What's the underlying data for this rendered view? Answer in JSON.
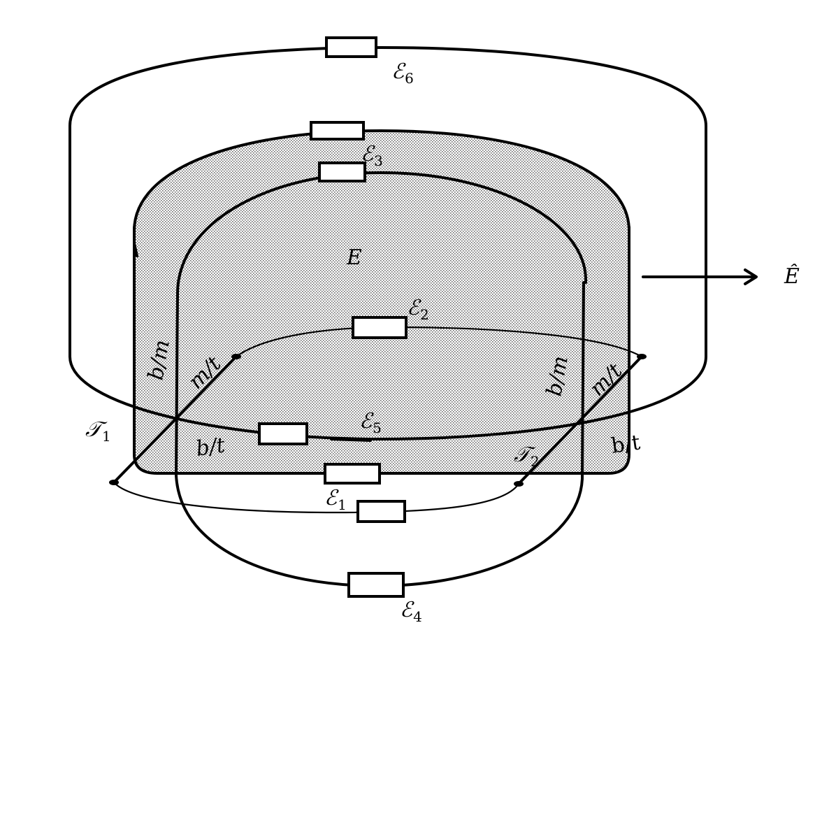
{
  "labels": {
    "e1": {
      "base": "ℰ",
      "sub": "1"
    },
    "e2": {
      "base": "ℰ",
      "sub": "2"
    },
    "e3": {
      "base": "ℰ",
      "sub": "3"
    },
    "e4": {
      "base": "ℰ",
      "sub": "4"
    },
    "e5": {
      "base": "ℰ",
      "sub": "5"
    },
    "e6": {
      "base": "ℰ",
      "sub": "6"
    },
    "t1": {
      "base": "𝒯",
      "sub": "1"
    },
    "t2": {
      "base": "𝒯",
      "sub": "2"
    },
    "E": "E",
    "E_hat": "Ê",
    "bm_left": "b/m",
    "mt_left": "m/t",
    "bm_right": "b/m",
    "mt_right": "m/t",
    "bt_left": "b/t",
    "bt_right": "b/t"
  },
  "colors": {
    "stroke": "#000000",
    "shade": "#d9d9d9",
    "background": "#ffffff"
  }
}
